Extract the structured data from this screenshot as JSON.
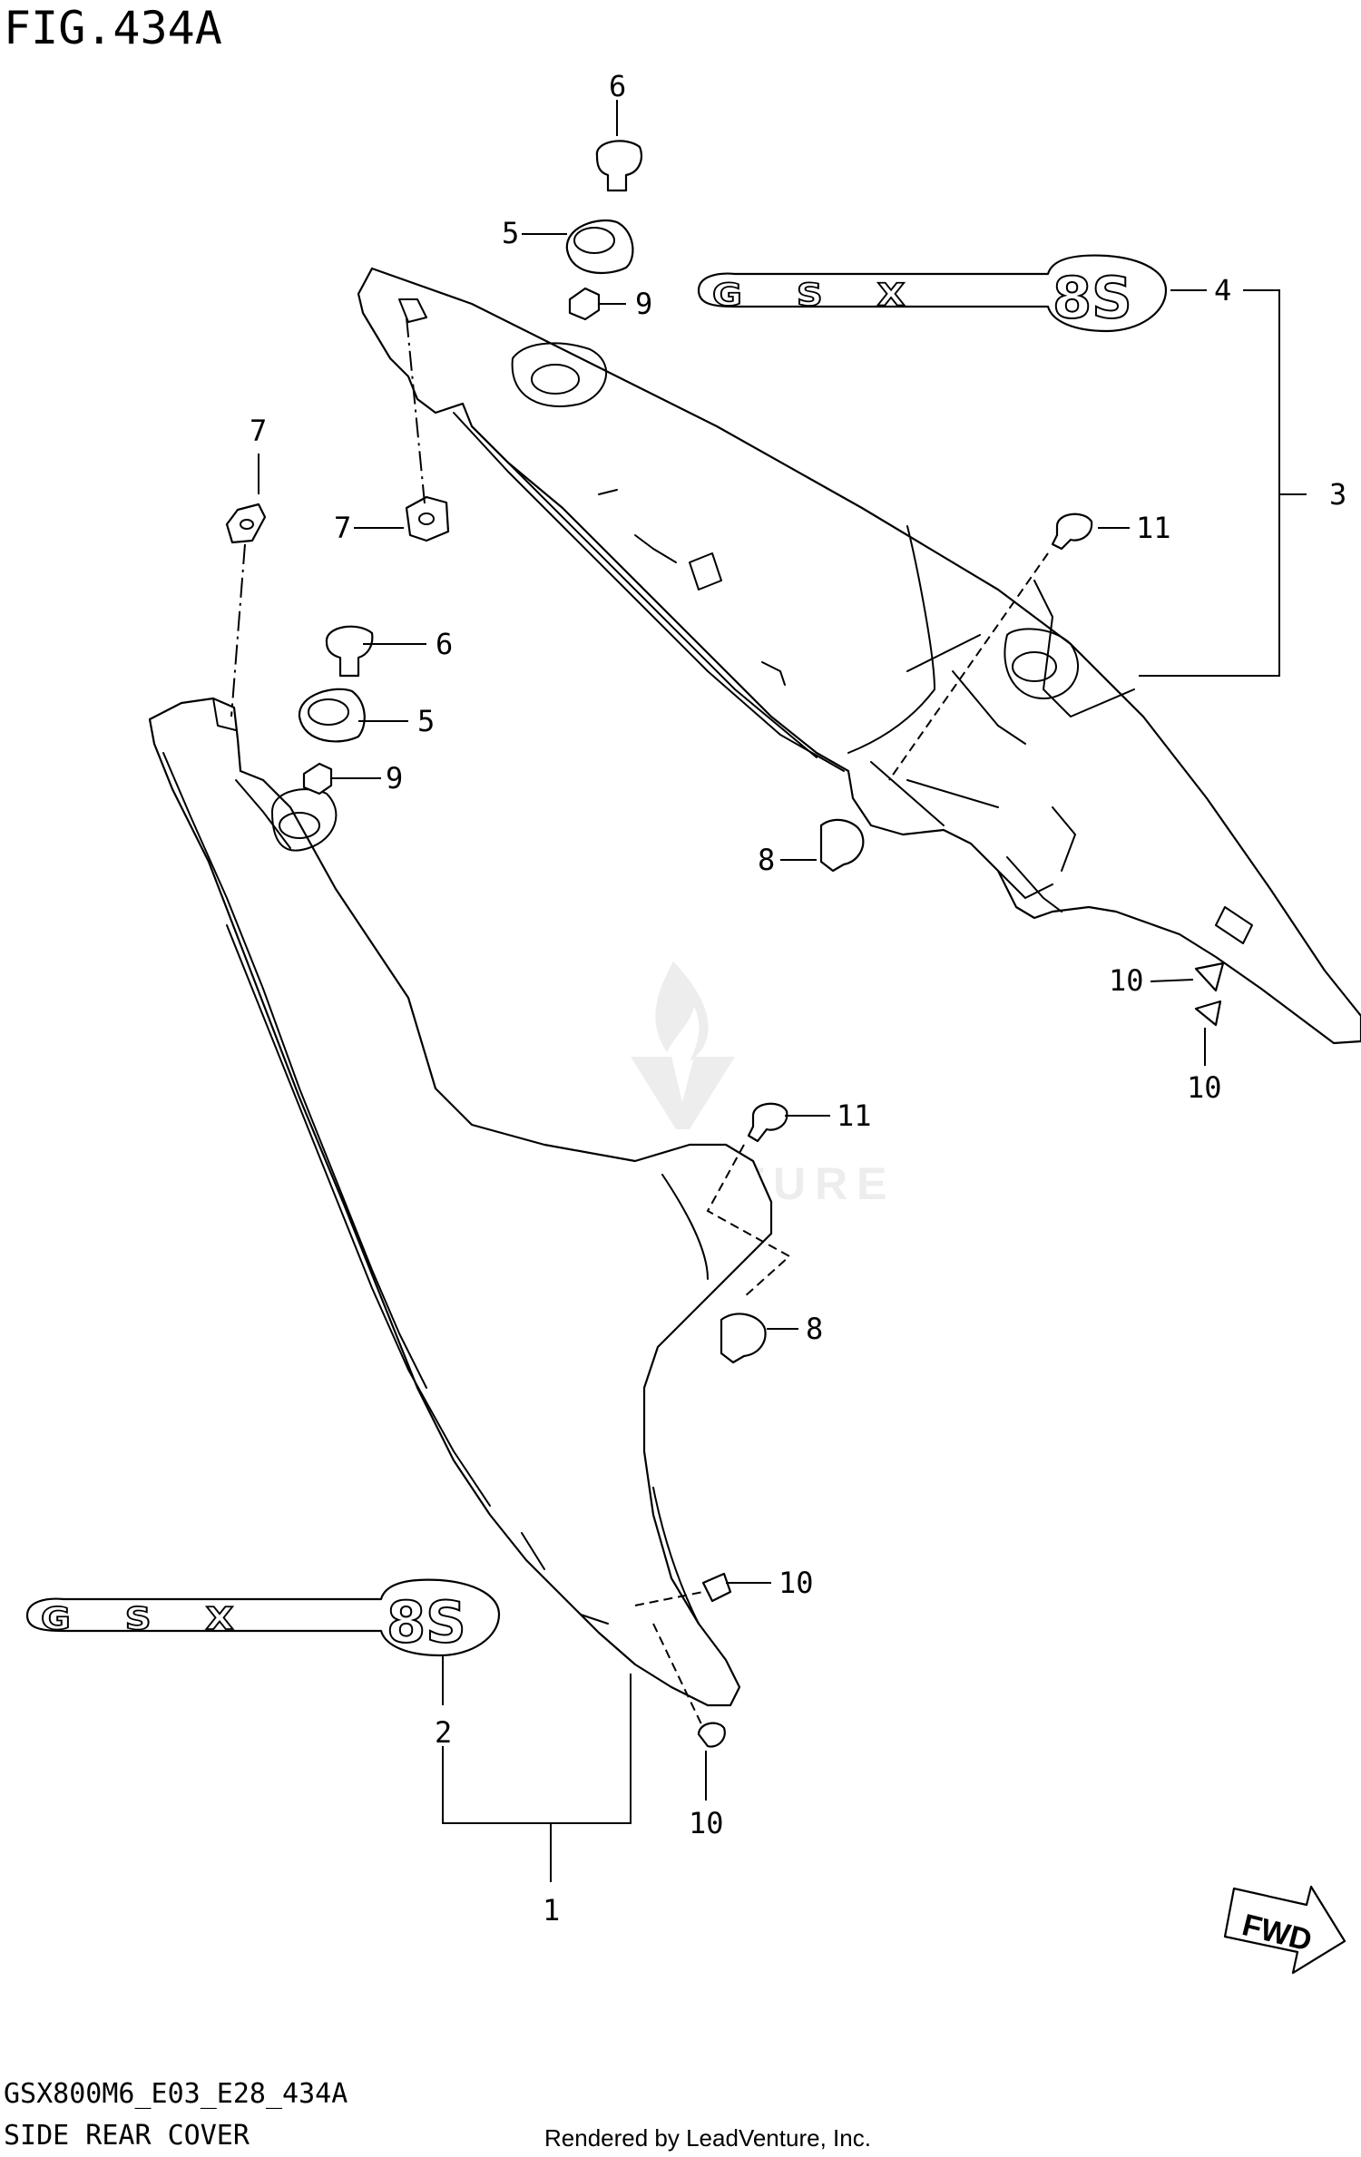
{
  "figure": {
    "number": "FIG.434A",
    "model_code": "GSX800M6_E03_E28_434A",
    "title": "SIDE REAR COVER",
    "render_credit": "Rendered by LeadVenture, Inc.",
    "watermark": "LEADVENTURE",
    "direction_label": "FWD"
  },
  "callouts": {
    "c6a": "6",
    "c5a": "5",
    "c9a": "9",
    "c4": "4",
    "c3": "3",
    "c7a": "7",
    "c7b": "7",
    "c11a": "11",
    "c6b": "6",
    "c5b": "5",
    "c9b": "9",
    "c8a": "8",
    "c10a": "10",
    "c10b": "10",
    "c11b": "11",
    "c8b": "8",
    "c10c": "10",
    "c2": "2",
    "c10d": "10",
    "c1": "1"
  },
  "emblem": {
    "letters": "GSX",
    "badge": "8S"
  }
}
